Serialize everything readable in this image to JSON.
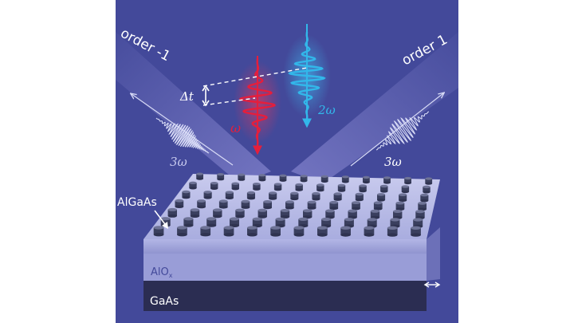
{
  "figure": {
    "colors": {
      "background": "#43499a",
      "beam": "#8f8ed8",
      "red_pulse": "#e51e3c",
      "blue_pulse": "#32b7ea",
      "harmonic_wave": "#d8dbf6",
      "slab_top": "#b9bce6",
      "pillar": "#3a3f5e",
      "alox_layer": "#9ea2da",
      "gaas_layer": "#2b2d52"
    },
    "labels": {
      "order_left": "order -1",
      "order_right": "order 1",
      "delay": "Δt",
      "omega": "ω",
      "two_omega": "2ω",
      "three_omega_left": "3ω",
      "three_omega_right": "3ω",
      "algaas": "AlGaAs",
      "alox_main": "AlO",
      "alox_sub": "x",
      "gaas": "GaAs"
    },
    "icons": [
      "delay-double-arrow-icon",
      "width-double-arrow-icon",
      "arrow-pointer-icon"
    ]
  }
}
